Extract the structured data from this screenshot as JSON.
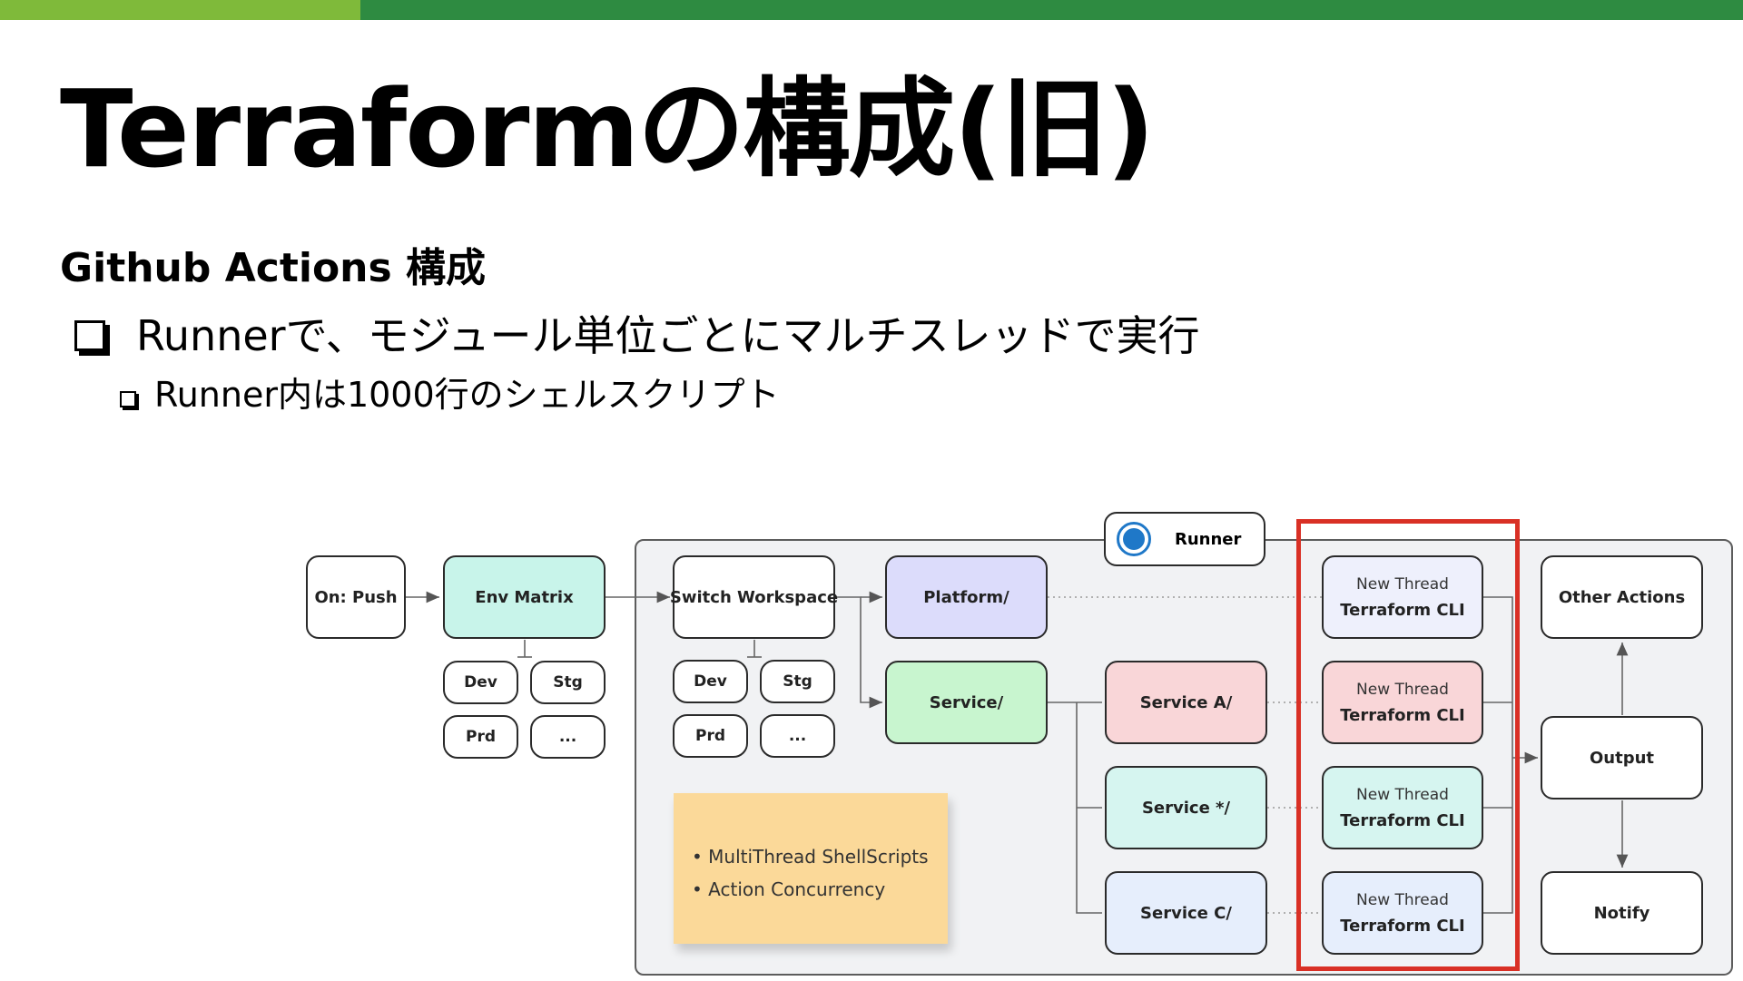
{
  "slide": {
    "title": "Terraformの構成(旧)",
    "subtitle": "Github Actions 構成",
    "bullets": [
      "Runnerで、モジュール単位ごとにマルチスレッドで実行",
      "Runner内は1000行のシェルスクリプト"
    ]
  },
  "colors": {
    "topbar_light": "#7fba3a",
    "topbar_dark": "#2e8b41",
    "highlight": "#d93025",
    "env_matrix": "#c8f4ea",
    "platform": "#dcdcfb",
    "service": "#c8f5cf",
    "service_a": "#f9d6d8",
    "service_star": "#d6f5f0",
    "service_c": "#e6eefc",
    "sticky": "#fbd999"
  },
  "diagram": {
    "on_push": "On: Push",
    "env_matrix": "Env Matrix",
    "env_options": [
      "Dev",
      "Stg",
      "Prd",
      "..."
    ],
    "switch_workspace": "Switch Workspace",
    "workspace_options": [
      "Dev",
      "Stg",
      "Prd",
      "..."
    ],
    "runner": "Runner",
    "runner_icon": "github-icon",
    "platform": "Platform/",
    "service": "Service/",
    "service_a": "Service A/",
    "service_star": "Service */",
    "service_c": "Service C/",
    "thread_line1": "New Thread",
    "thread_line2": "Terraform CLI",
    "other_actions": "Other Actions",
    "output": "Output",
    "notify": "Notify",
    "sticky_notes": [
      "MultiThread ShellScripts",
      "Action Concurrency"
    ]
  }
}
